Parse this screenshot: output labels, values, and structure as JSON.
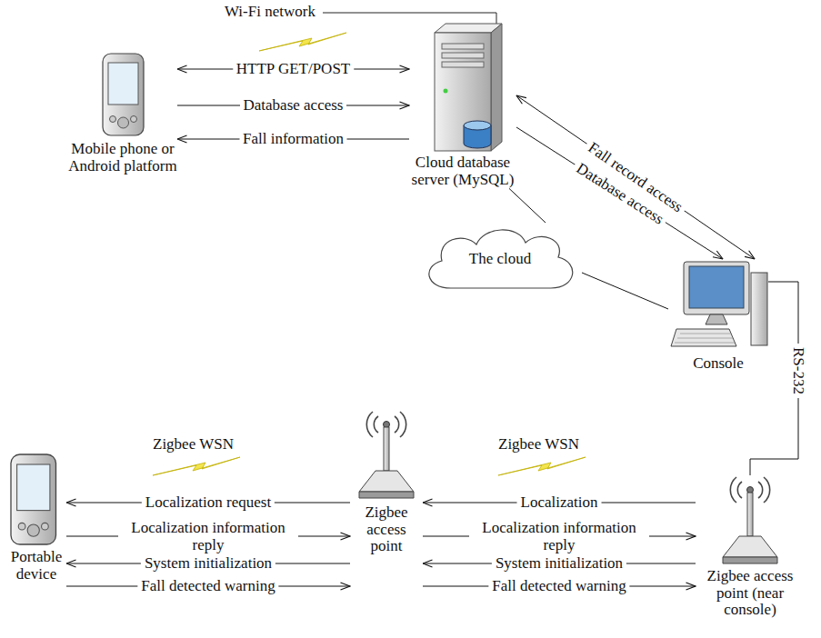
{
  "diagram": {
    "nodes": [
      {
        "text": [
          "Mobile phone or Android platform"
        ]
      },
      {
        "text": [
          "Cloud database server (MySQL)"
        ]
      },
      {
        "text": [
          "The cloud"
        ]
      },
      {
        "text": [
          "Console"
        ]
      },
      {
        "text": [
          "Portable device"
        ]
      },
      {
        "text": [
          "Zigbee access point"
        ]
      },
      {
        "text": [
          "Zigbee access point (near console)"
        ]
      }
    ],
    "edges": [
      {
        "from": 0,
        "to": 1,
        "label": "HTTP GET/POST",
        "arrow": "both"
      },
      {
        "from": 0,
        "to": 1,
        "label": "Database access",
        "arrow": "to"
      },
      {
        "from": 1,
        "to": 0,
        "label": "Fall information",
        "arrow": "to"
      },
      {
        "from": 1,
        "to": 3,
        "label": "Fall record access",
        "arrow": "both"
      },
      {
        "from": 1,
        "to": 3,
        "label": "Database access",
        "arrow": "to"
      },
      {
        "from": 1,
        "to": 2,
        "arrow": "none"
      },
      {
        "from": 2,
        "to": 3,
        "arrow": "none"
      },
      {
        "from": 3,
        "to": 6,
        "label": "RS-232",
        "arrow": "none"
      },
      {
        "from": 5,
        "to": 4,
        "label": "Localization request",
        "arrow": "to"
      },
      {
        "from": 4,
        "to": 5,
        "label": "Localization information reply",
        "arrow": "to"
      },
      {
        "from": 5,
        "to": 4,
        "label": "System initialization",
        "arrow": "to"
      },
      {
        "from": 4,
        "to": 5,
        "label": "Fall detected warning",
        "arrow": "to"
      },
      {
        "from": 6,
        "to": 5,
        "label": "Localization",
        "arrow": "to"
      },
      {
        "from": 5,
        "to": 6,
        "label": "Localization information reply",
        "arrow": "to"
      },
      {
        "from": 6,
        "to": 5,
        "label": "System initialization",
        "arrow": "to"
      },
      {
        "from": 5,
        "to": 6,
        "label": "Fall detected warning",
        "arrow": "to"
      }
    ],
    "labels": [
      "Wi-Fi network",
      "Zigbee WSN",
      "Zigbee WSN"
    ]
  }
}
